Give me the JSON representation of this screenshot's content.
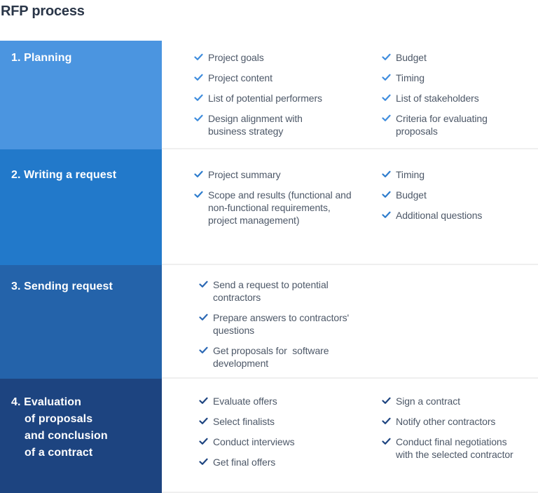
{
  "page": {
    "title": "RFP process"
  },
  "process": {
    "rows": [
      {
        "label": "1. Planning",
        "block_color": "#4b95e0",
        "check_color": "#3e8cdd",
        "columns": [
          {
            "items": [
              "Project goals",
              "Project content",
              "List of potential performers",
              "Design alignment with\nbusiness strategy"
            ]
          },
          {
            "items": [
              "Budget",
              "Timing",
              "List of stakeholders",
              "Criteria for evaluating\nproposals"
            ]
          }
        ]
      },
      {
        "label": "2. Writing a request",
        "block_color": "#2279ca",
        "check_color": "#2d7ccd",
        "columns": [
          {
            "items": [
              "Project summary",
              "Scope and results (functional and\nnon-functional requirements,\nproject management)"
            ]
          },
          {
            "items": [
              "Timing",
              "Budget",
              "Additional questions"
            ]
          }
        ]
      },
      {
        "label": "3. Sending request",
        "block_color": "#2463aa",
        "check_color": "#2b68b4",
        "columns": [
          {
            "items": [
              "Send a request to potential\ncontractors",
              "Prepare answers to contractors'\nquestions",
              "Get proposals for  software\ndevelopment"
            ]
          },
          {
            "items": []
          }
        ]
      },
      {
        "label": "4. Evaluation\nof proposals\nand conclusion\nof a contract",
        "block_color": "#1d4480",
        "check_color": "#1d4480",
        "columns": [
          {
            "items": [
              "Evaluate offers",
              "Select finalists",
              "Conduct interviews",
              "Get final offers"
            ]
          },
          {
            "items": [
              "Sign a contract",
              "Notify other contractors",
              "Conduct final negotiations\nwith the selected contractor"
            ]
          }
        ]
      }
    ]
  },
  "colors": {
    "title_text": "#2a3648",
    "item_text": "#4d5868",
    "divider": "#efefef",
    "stage_1": "#4b95e0",
    "stage_2": "#2279ca",
    "stage_3": "#2463aa",
    "stage_4": "#1d4480"
  }
}
